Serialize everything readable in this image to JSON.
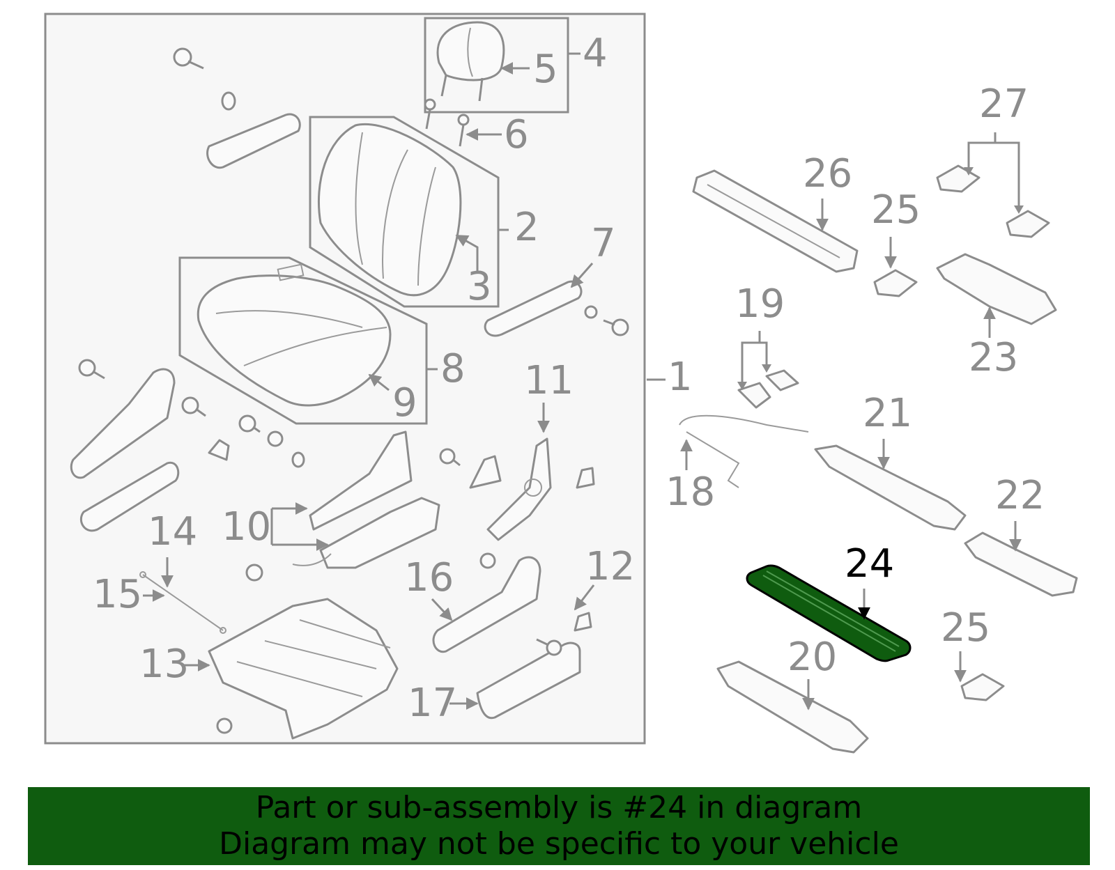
{
  "diagram": {
    "callouts": [
      {
        "id": "1",
        "label": "1"
      },
      {
        "id": "2",
        "label": "2"
      },
      {
        "id": "3",
        "label": "3"
      },
      {
        "id": "4",
        "label": "4"
      },
      {
        "id": "5",
        "label": "5"
      },
      {
        "id": "6",
        "label": "6"
      },
      {
        "id": "7",
        "label": "7"
      },
      {
        "id": "8",
        "label": "8"
      },
      {
        "id": "9",
        "label": "9"
      },
      {
        "id": "10",
        "label": "10"
      },
      {
        "id": "11",
        "label": "11"
      },
      {
        "id": "12",
        "label": "12"
      },
      {
        "id": "13",
        "label": "13"
      },
      {
        "id": "14",
        "label": "14"
      },
      {
        "id": "15",
        "label": "15"
      },
      {
        "id": "16",
        "label": "16"
      },
      {
        "id": "17",
        "label": "17"
      },
      {
        "id": "18",
        "label": "18"
      },
      {
        "id": "19",
        "label": "19"
      },
      {
        "id": "20",
        "label": "20"
      },
      {
        "id": "21",
        "label": "21"
      },
      {
        "id": "22",
        "label": "22"
      },
      {
        "id": "23",
        "label": "23"
      },
      {
        "id": "24",
        "label": "24"
      },
      {
        "id": "25a",
        "label": "25"
      },
      {
        "id": "25b",
        "label": "25"
      },
      {
        "id": "26",
        "label": "26"
      },
      {
        "id": "27",
        "label": "27"
      }
    ],
    "highlighted_part": "24",
    "highlight_color": "#0f5c0f",
    "line_color": "#8c8c8c"
  },
  "banner": {
    "line1": "Part or sub-assembly is #24 in diagram",
    "line2": "Diagram may not be specific to your vehicle",
    "background": "#0f5c0f"
  }
}
